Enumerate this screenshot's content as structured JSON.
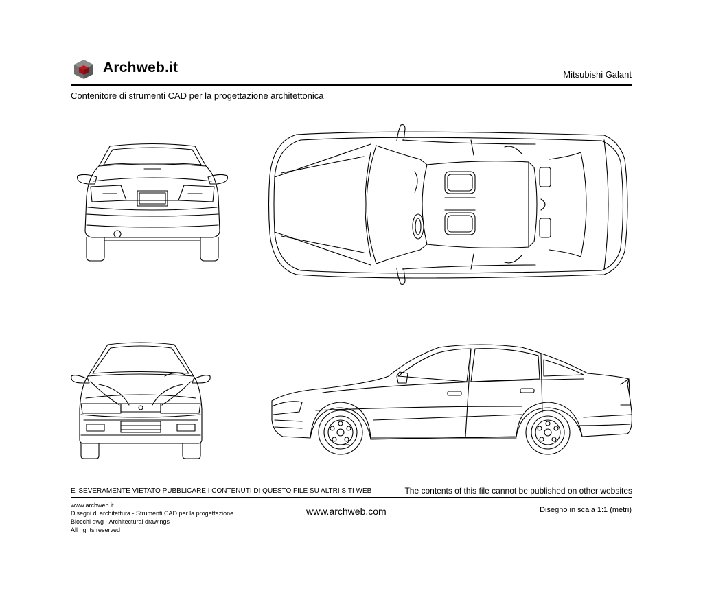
{
  "header": {
    "brand": "Archweb.it",
    "title": "Mitsubishi Galant",
    "subtitle": "Contenitore di strumenti CAD per la progettazione architettonica"
  },
  "footer": {
    "warning_it": "E' SEVERAMENTE VIETATO PUBBLICARE I CONTENUTI DI QUESTO FILE SU ALTRI SITI WEB",
    "warning_en": "The contents of this file cannot be published on other websites",
    "lines": [
      "www.archweb.it",
      "Disegni di architettura - Strumenti CAD  per la progettazione",
      "Blocchi dwg - Architectural drawings",
      "All rights reserved"
    ],
    "site": "www.archweb.com",
    "scale": "Disegno in scala 1:1 (metri)"
  },
  "colors": {
    "logo_red": "#a8151b",
    "logo_grey": "#9a9a9a",
    "line": "#000000"
  },
  "icons": {
    "logo": "cube-logo-icon"
  }
}
